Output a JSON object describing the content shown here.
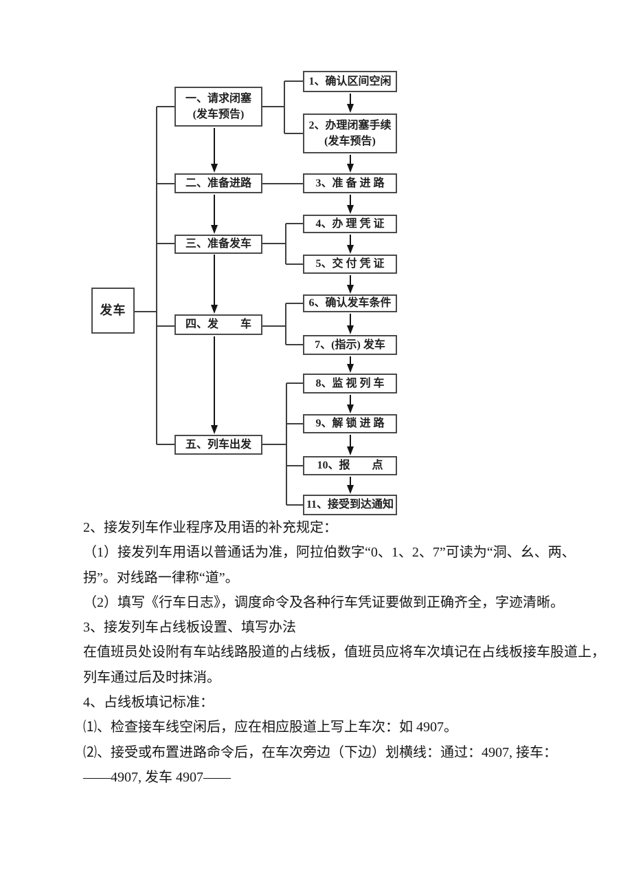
{
  "flowchart": {
    "root_label": "发车",
    "stages": [
      {
        "line1": "一、请求闭塞",
        "line2": "(发车预告)"
      },
      {
        "line1": "二、准备进路"
      },
      {
        "line1": "三、准备发车"
      },
      {
        "line1": "四、发　　车"
      },
      {
        "line1": "五、列车出发"
      }
    ],
    "steps": [
      {
        "line1": "1、确认区间空闲"
      },
      {
        "line1": "2、办理闭塞手续",
        "line2": "(发车预告)"
      },
      {
        "line1": "3、准 备 进 路"
      },
      {
        "line1": "4、办 理 凭 证"
      },
      {
        "line1": "5、交 付 凭 证"
      },
      {
        "line1": "6、确认发车条件"
      },
      {
        "line1": "7、(指示) 发车"
      },
      {
        "line1": "8、监 视 列 车"
      },
      {
        "line1": "9、解 锁 进 路"
      },
      {
        "line1": "10、报　　点"
      },
      {
        "line1": "11、接受到达通知"
      }
    ]
  },
  "text": {
    "lines": [
      "2、接发列车作业程序及用语的补充规定：",
      "（1）接发列车用语以普通话为准，阿拉伯数字“0、1、2、7”可读为“洞、幺、两、",
      "拐”。对线路一律称“道”。",
      "（2）填写《行车日志》，调度命令及各种行车凭证要做到正确齐全，字迹清晰。",
      "3、接发列车占线板设置、填写办法",
      "在值班员处设附有车站线路股道的占线板，值班员应将车次填记在占线板接车股道上，",
      "列车通过后及时抹消。",
      "4、占线板填记标准：",
      "⑴、检查接车线空闲后，应在相应股道上写上车次：如 4907。",
      "⑵、接受或布置进路命令后，在车次旁边（下边）划横线：通过：4907, 接车：",
      "——4907, 发车 4907——"
    ]
  },
  "colors": {
    "page_bg": "#ffffff",
    "box_border": "#4a4a4a",
    "connector_line": "#3f3f3f",
    "text": "#1a1a1a"
  }
}
